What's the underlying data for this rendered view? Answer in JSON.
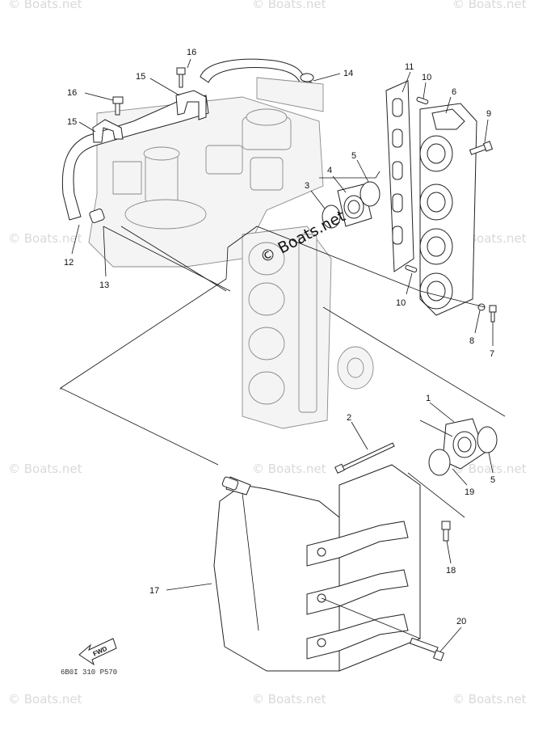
{
  "watermark": {
    "text": "© Boats.net",
    "center_text": "© Boats.net"
  },
  "diagram_code": "6B0I 310 P570",
  "fwd_label": "FWD",
  "callouts": [
    {
      "id": "16a",
      "label": "16"
    },
    {
      "id": "16b",
      "label": "16"
    },
    {
      "id": "15a",
      "label": "15"
    },
    {
      "id": "15b",
      "label": "15"
    },
    {
      "id": "14",
      "label": "14"
    },
    {
      "id": "11",
      "label": "11"
    },
    {
      "id": "10a",
      "label": "10"
    },
    {
      "id": "6",
      "label": "6"
    },
    {
      "id": "9",
      "label": "9"
    },
    {
      "id": "5a",
      "label": "5"
    },
    {
      "id": "4",
      "label": "4"
    },
    {
      "id": "3",
      "label": "3"
    },
    {
      "id": "12",
      "label": "12"
    },
    {
      "id": "13",
      "label": "13"
    },
    {
      "id": "10b",
      "label": "10"
    },
    {
      "id": "8",
      "label": "8"
    },
    {
      "id": "7",
      "label": "7"
    },
    {
      "id": "1",
      "label": "1"
    },
    {
      "id": "2",
      "label": "2"
    },
    {
      "id": "19",
      "label": "19"
    },
    {
      "id": "5b",
      "label": "5"
    },
    {
      "id": "18",
      "label": "18"
    },
    {
      "id": "17",
      "label": "17"
    },
    {
      "id": "20",
      "label": "20"
    }
  ]
}
